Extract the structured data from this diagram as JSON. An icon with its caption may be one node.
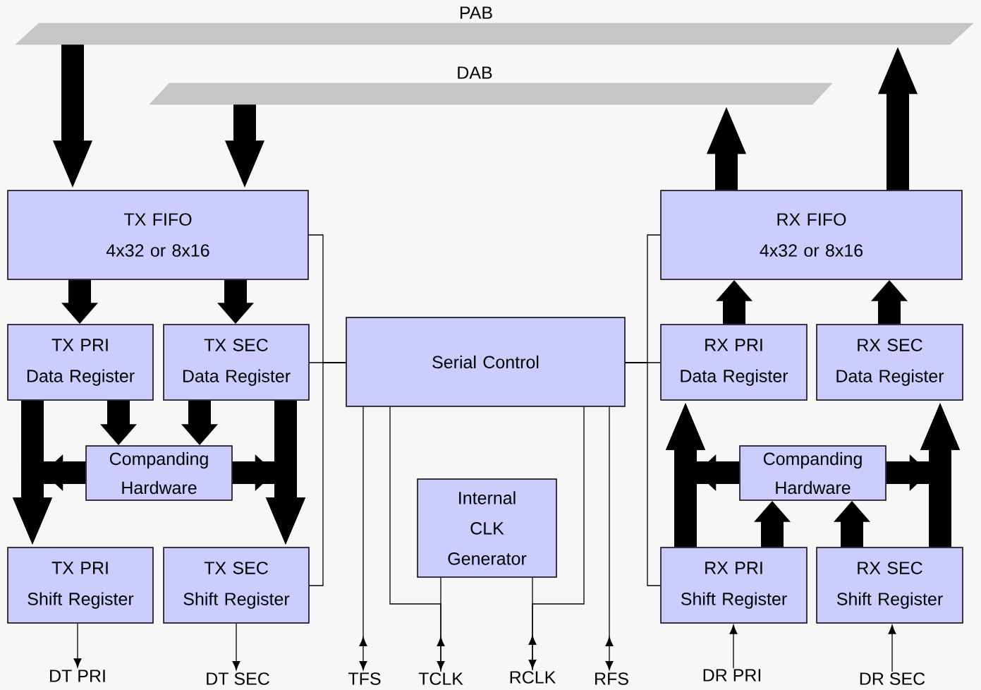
{
  "diagram": {
    "nodes": [
      {
        "text": [
          "PAB"
        ]
      },
      {
        "text": [
          "DAB"
        ]
      },
      {
        "text": [
          "TX FIFO",
          "4x32 or 8x16"
        ]
      },
      {
        "text": [
          "RX FIFO",
          "4x32 or 8x16"
        ]
      },
      {
        "text": [
          "TX PRI",
          "Data Register"
        ]
      },
      {
        "text": [
          "TX SEC",
          "Data Register"
        ]
      },
      {
        "text": [
          "Serial Control"
        ]
      },
      {
        "text": [
          "RX PRI",
          "Data Register"
        ]
      },
      {
        "text": [
          "RX SEC",
          "Data Register"
        ]
      },
      {
        "text": [
          "Companding Hardware"
        ]
      },
      {
        "text": [
          "Companding Hardware"
        ]
      },
      {
        "text": [
          "Internal CLK Generator"
        ]
      },
      {
        "text": [
          "TX PRI",
          "Shift Register"
        ]
      },
      {
        "text": [
          "TX SEC",
          "Shift Register"
        ]
      },
      {
        "text": [
          "RX PRI",
          "Shift Register"
        ]
      },
      {
        "text": [
          "RX SEC",
          "Shift Register"
        ]
      },
      {
        "text": [
          "DT PRI"
        ]
      },
      {
        "text": [
          "DT SEC"
        ]
      },
      {
        "text": [
          "TFS"
        ]
      },
      {
        "text": [
          "TCLK"
        ]
      },
      {
        "text": [
          "RCLK"
        ]
      },
      {
        "text": [
          "RFS"
        ]
      },
      {
        "text": [
          "DR PRI"
        ]
      },
      {
        "text": [
          "DR SEC"
        ]
      }
    ],
    "edges": [
      {
        "from": 0,
        "to": 2,
        "arrow": "to"
      },
      {
        "from": 1,
        "to": 2,
        "arrow": "to"
      },
      {
        "from": 3,
        "to": 1,
        "arrow": "to"
      },
      {
        "from": 3,
        "to": 0,
        "arrow": "to"
      },
      {
        "from": 2,
        "to": 4,
        "arrow": "to"
      },
      {
        "from": 2,
        "to": 5,
        "arrow": "to"
      },
      {
        "from": 4,
        "to": 12,
        "arrow": "to"
      },
      {
        "from": 4,
        "to": 9,
        "arrow": "to"
      },
      {
        "from": 5,
        "to": 9,
        "arrow": "to"
      },
      {
        "from": 5,
        "to": 13,
        "arrow": "to"
      },
      {
        "from": 9,
        "to": 12,
        "arrow": "to"
      },
      {
        "from": 9,
        "to": 13,
        "arrow": "to"
      },
      {
        "from": 7,
        "to": 3,
        "arrow": "to"
      },
      {
        "from": 8,
        "to": 3,
        "arrow": "to"
      },
      {
        "from": 14,
        "to": 7,
        "arrow": "to"
      },
      {
        "from": 15,
        "to": 8,
        "arrow": "to"
      },
      {
        "from": 14,
        "to": 10,
        "arrow": "to"
      },
      {
        "from": 15,
        "to": 10,
        "arrow": "to"
      },
      {
        "from": 10,
        "to": 7,
        "arrow": "to"
      },
      {
        "from": 10,
        "to": 8,
        "arrow": "to"
      },
      {
        "from": 6,
        "to": 2,
        "arrow": "none"
      },
      {
        "from": 6,
        "to": 5,
        "arrow": "none"
      },
      {
        "from": 6,
        "to": 13,
        "arrow": "none"
      },
      {
        "from": 6,
        "to": 3,
        "arrow": "none"
      },
      {
        "from": 6,
        "to": 7,
        "arrow": "none"
      },
      {
        "from": 6,
        "to": 14,
        "arrow": "none"
      },
      {
        "from": 6,
        "to": 18,
        "arrow": "to"
      },
      {
        "from": 6,
        "to": 19,
        "arrow": "none"
      },
      {
        "from": 11,
        "to": 19,
        "arrow": "to"
      },
      {
        "from": 6,
        "to": 20,
        "arrow": "none"
      },
      {
        "from": 11,
        "to": 20,
        "arrow": "to"
      },
      {
        "from": 6,
        "to": 21,
        "arrow": "to"
      },
      {
        "from": 12,
        "to": 16,
        "arrow": "to"
      },
      {
        "from": 13,
        "to": 17,
        "arrow": "to"
      },
      {
        "from": 22,
        "to": 14,
        "arrow": "to"
      },
      {
        "from": 23,
        "to": 15,
        "arrow": "to"
      }
    ]
  }
}
